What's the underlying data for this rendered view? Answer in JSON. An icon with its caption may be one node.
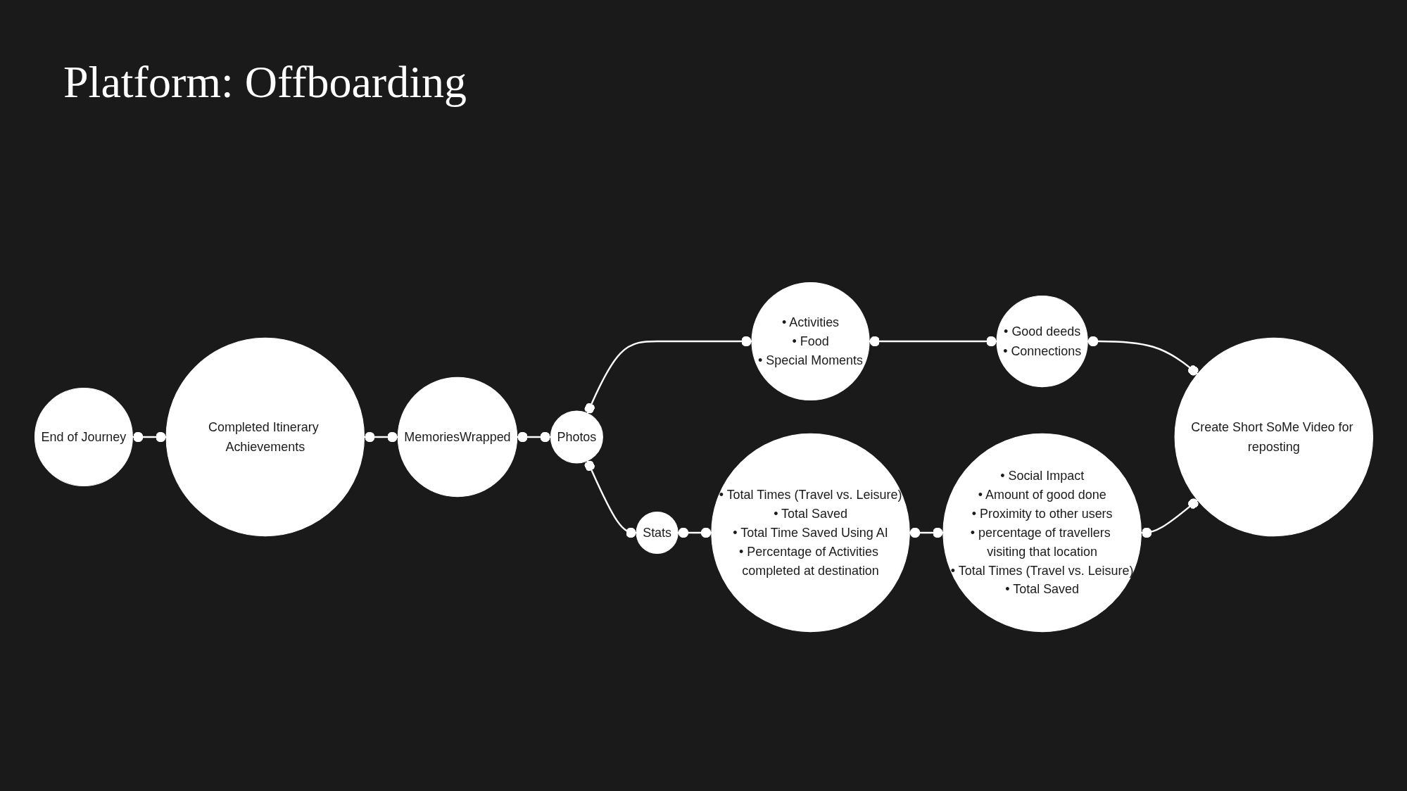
{
  "diagram": {
    "title": "Platform: Offboarding",
    "nodes": [
      {
        "text": [
          "End of Journey"
        ]
      },
      {
        "text": [
          "Completed Itinerary Achievements"
        ]
      },
      {
        "text": [
          "MemoriesWrapped"
        ]
      },
      {
        "text": [
          "Photos"
        ]
      },
      {
        "text": [
          "• Activities",
          "• Food",
          "• Special Moments"
        ]
      },
      {
        "text": [
          "• Good deeds",
          "• Connections"
        ]
      },
      {
        "text": [
          "Create Short SoMe Video for reposting"
        ]
      },
      {
        "text": [
          "Stats"
        ]
      },
      {
        "text": [
          "• Total Times (Travel vs. Leisure)",
          "• Total Saved",
          "• Total Time Saved Using AI",
          "• Percentage of Activities completed at destination"
        ]
      },
      {
        "text": [
          "• Social Impact",
          "• Amount of good done",
          "• Proximity to other users",
          "• percentage of travellers visiting that location",
          "• Total Times (Travel vs. Leisure)",
          "• Total Saved"
        ]
      }
    ],
    "edges": [
      {
        "from": 0,
        "to": 1,
        "arrow": "other"
      },
      {
        "from": 1,
        "to": 2,
        "arrow": "other"
      },
      {
        "from": 2,
        "to": 3,
        "arrow": "other"
      },
      {
        "from": 3,
        "to": 4,
        "arrow": "other"
      },
      {
        "from": 4,
        "to": 5,
        "arrow": "other"
      },
      {
        "from": 5,
        "to": 6,
        "arrow": "other"
      },
      {
        "from": 3,
        "to": 7,
        "arrow": "other"
      },
      {
        "from": 7,
        "to": 8,
        "arrow": "other"
      },
      {
        "from": 8,
        "to": 9,
        "arrow": "other"
      },
      {
        "from": 9,
        "to": 6,
        "arrow": "other"
      }
    ]
  }
}
